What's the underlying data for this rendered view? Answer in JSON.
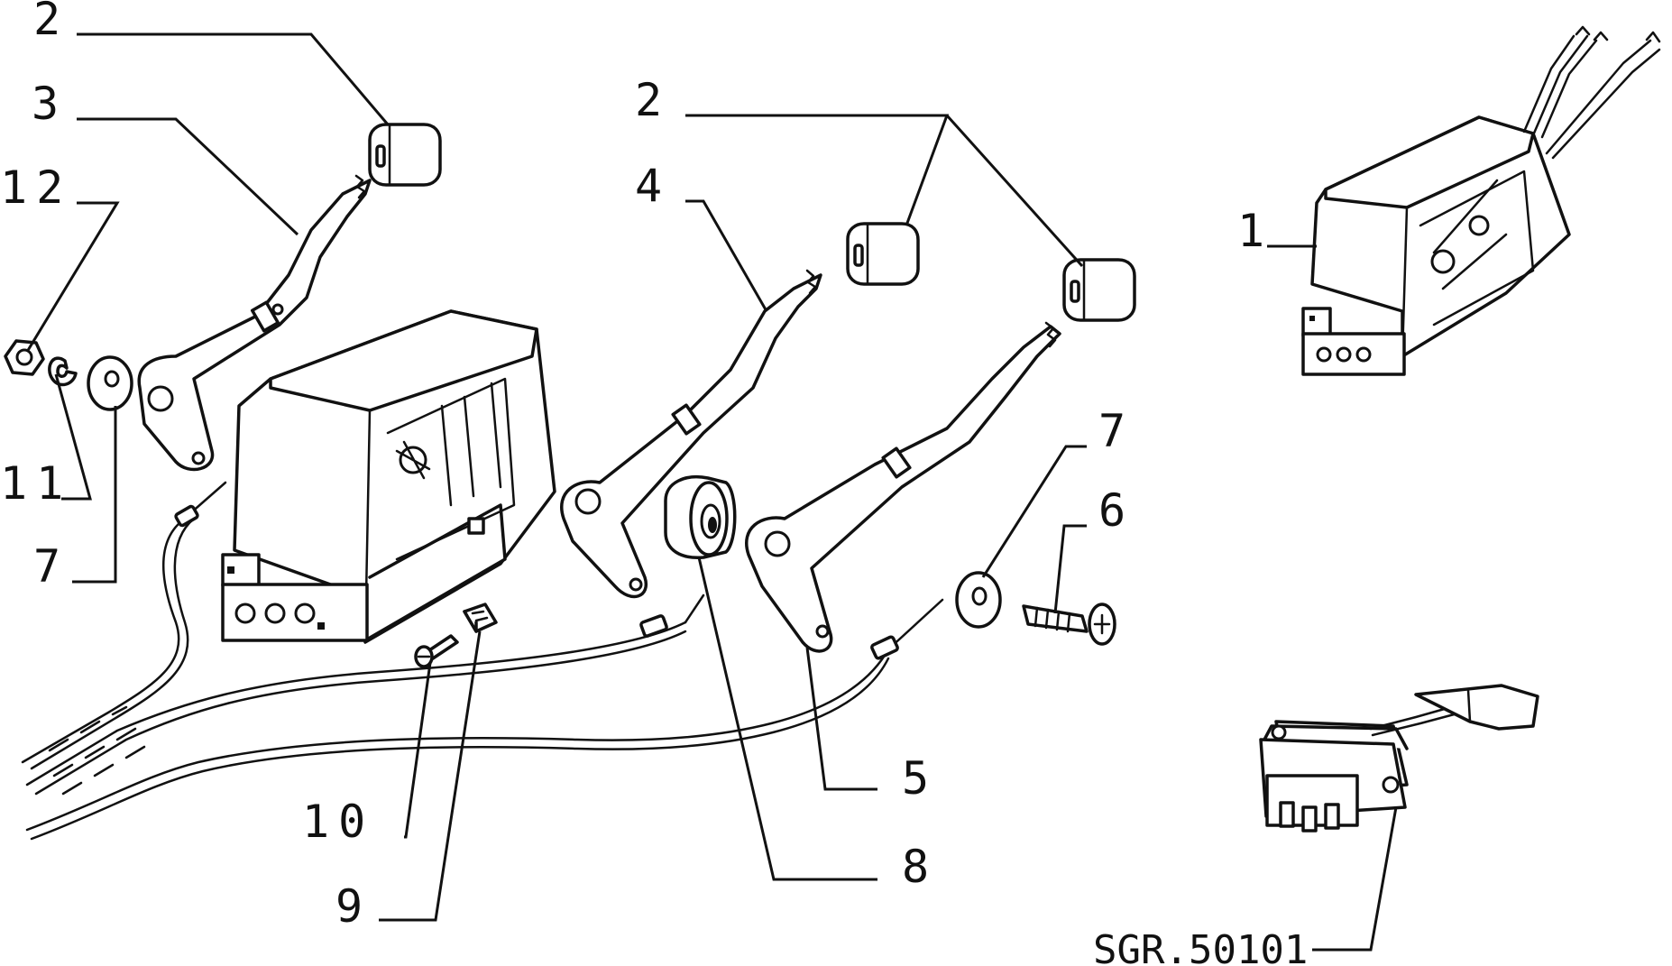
{
  "diagram": {
    "drawing_code": "SGR.50101",
    "callouts": [
      {
        "id": "c-2-left",
        "label": "2"
      },
      {
        "id": "c-3",
        "label": "3"
      },
      {
        "id": "c-12",
        "label": "12"
      },
      {
        "id": "c-11",
        "label": "11"
      },
      {
        "id": "c-7-left",
        "label": "7"
      },
      {
        "id": "c-2-center",
        "label": "2"
      },
      {
        "id": "c-4",
        "label": "4"
      },
      {
        "id": "c-1",
        "label": "1"
      },
      {
        "id": "c-7-right",
        "label": "7"
      },
      {
        "id": "c-6",
        "label": "6"
      },
      {
        "id": "c-5",
        "label": "5"
      },
      {
        "id": "c-8",
        "label": "8"
      },
      {
        "id": "c-10",
        "label": "10"
      },
      {
        "id": "c-9",
        "label": "9"
      }
    ]
  }
}
